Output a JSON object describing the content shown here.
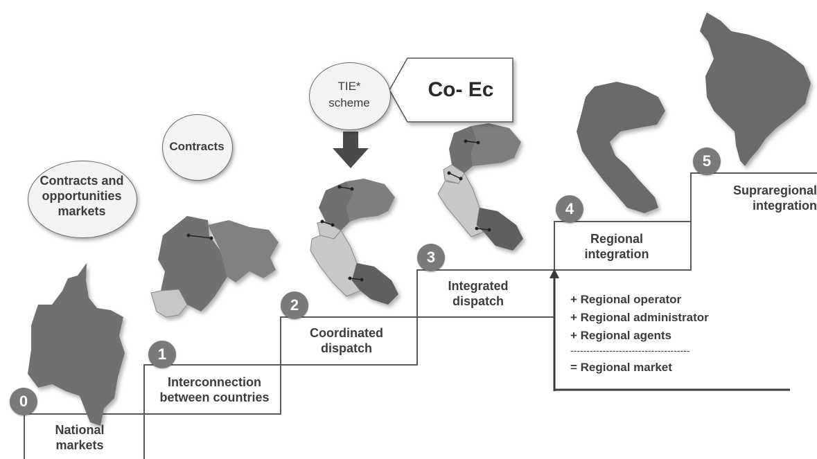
{
  "bubbles": {
    "national": [
      "Contracts and",
      "opportunities",
      "markets"
    ],
    "contracts": "Contracts",
    "tie": [
      "TIE*",
      "scheme"
    ],
    "coec": "Co- Ec"
  },
  "steps": [
    {
      "number": "0",
      "label": [
        "National",
        "markets"
      ]
    },
    {
      "number": "1",
      "label": [
        "Interconnection",
        "between countries"
      ]
    },
    {
      "number": "2",
      "label": [
        "Coordinated",
        "dispatch"
      ]
    },
    {
      "number": "3",
      "label": [
        "Integrated",
        "dispatch"
      ]
    },
    {
      "number": "4",
      "label": [
        "Regional",
        "integration"
      ]
    },
    {
      "number": "5",
      "label": [
        "Supraregional",
        "integration"
      ]
    }
  ],
  "regional_market": {
    "items": [
      "+ Regional operator",
      "+ Regional administrator",
      "+ Regional agents"
    ],
    "divider": "-------------------------------------",
    "result": "= Regional market"
  },
  "colors": {
    "line": "#5a5a5a",
    "country_dark": "#6a6a6a",
    "country_mid": "#808080",
    "country_light": "#c8c8c8",
    "badge": "#7a7a7a"
  }
}
